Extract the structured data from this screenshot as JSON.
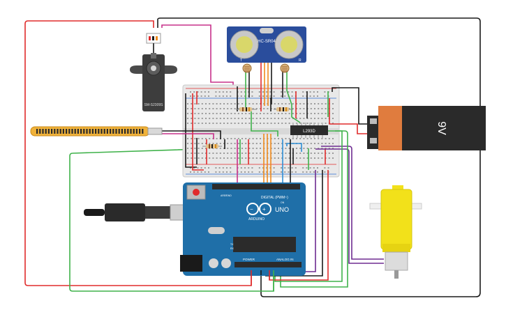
{
  "components": {
    "sonar": {
      "model": "HC-SR04",
      "left_pin": "T",
      "right_pin": "R"
    },
    "servo": {
      "model": "SM-S2309S"
    },
    "motor_driver": {
      "chip": "L293D"
    },
    "battery": {
      "voltage": "9V"
    },
    "arduino": {
      "brand": "ARDUINO",
      "model": "UNO",
      "digital_label": "DIGITAL (PWM~)",
      "power_label": "POWER",
      "analog_label": "ANALOG IN",
      "aref_label": "AREF",
      "gnd_label": "GND",
      "tx_label": "TX",
      "rx_label": "RX",
      "on_label": "ON"
    }
  },
  "colors": {
    "red": "#e02b2b",
    "black": "#1a1a1a",
    "green": "#3fb24a",
    "magenta": "#c7308a",
    "orange": "#f08a1c",
    "blue": "#2f8fd6",
    "purple": "#6e2c91",
    "arduino_blue": "#1f6fa8",
    "breadboard": "#e8e8e8",
    "battery_body": "#e07c3e",
    "motor_yellow": "#f2e11a"
  }
}
